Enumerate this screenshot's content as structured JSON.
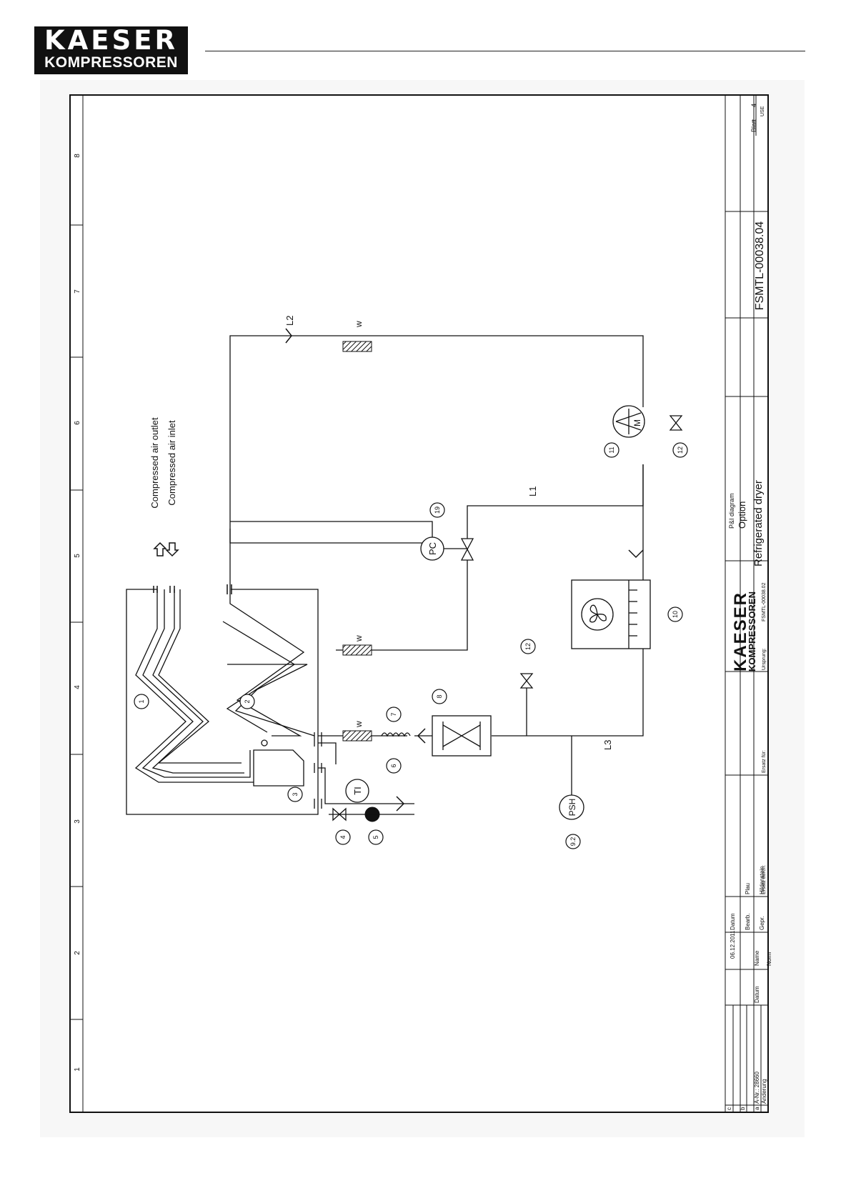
{
  "header": {
    "logo_line1": "KAESER",
    "logo_line2": "KOMPRESSOREN"
  },
  "grid": {
    "columns": [
      "1",
      "2",
      "3",
      "4",
      "5",
      "6",
      "7",
      "8"
    ]
  },
  "legend": {
    "outlet": "Compressed air outlet",
    "inlet": "Compressed air inlet"
  },
  "components": {
    "c1": "1",
    "c2": "2",
    "c3": "3",
    "c4": "4",
    "c5": "5",
    "c6": "6",
    "c7": "7",
    "c8": "8",
    "c92": "9.2",
    "c10": "10",
    "c11": "11",
    "c12a": "12",
    "c12b": "12",
    "c19": "19"
  },
  "instruments": {
    "pc": "PC",
    "ti": "TI",
    "psh": "PSH",
    "motor": "M"
  },
  "lines": {
    "l1": "L1",
    "l2": "L2",
    "l3": "L3"
  },
  "insulation": {
    "w": "w"
  },
  "title_block": {
    "diagram": "P&I diagram",
    "option": "Option",
    "product": "Refrigerated dryer",
    "drawing_number": "FSMTL-00038.04",
    "blatt_label": "Blatt",
    "blatt_value": "4",
    "use": "USE",
    "logo_line1": "KAESER",
    "logo_line2": "KOMPRESSOREN",
    "ursprung": "Ursprung:",
    "ursprung_value": "FSMTL-00038.02",
    "ersatz_fuer": "Ersatz für:",
    "ersatz_durch": "Ersatz durch:",
    "datum": "Datum",
    "datum_value": "06.12.2011",
    "bearb": "Bearb.",
    "bearb_value": "Plau",
    "gepr": "Gepr.",
    "gepr_value": "Hildenstein",
    "norm": "Norm",
    "name": "Name",
    "datum2": "Datum",
    "aenderung": "Änderung",
    "rev_c": "c",
    "rev_b": "b",
    "rev_a": "a",
    "rev_a_text": "Ä-Nr.: 28660"
  }
}
